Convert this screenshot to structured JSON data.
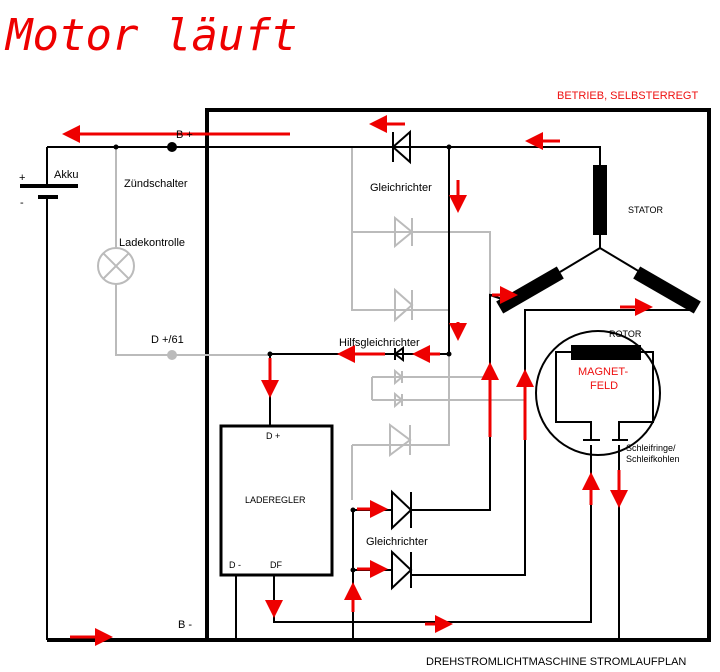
{
  "title": "Motor läuft",
  "mode_label": "BETRIEB, SELBSTERREGT",
  "caption": "DREHSTROMLICHTMASCHINE STROMLAUFPLAN",
  "labels": {
    "b_plus": "B +",
    "b_minus": "B -",
    "akku": "Akku",
    "plus": "+",
    "minus": "-",
    "zuendschalter": "Zündschalter",
    "ladekontrolle": "Ladekontrolle",
    "d61": "D +/61",
    "gleichrichter_top": "Gleichrichter",
    "gleichrichter_bottom": "Gleichrichter",
    "hilfsgleichrichter": "Hilfsgleichrichter",
    "stator": "STATOR",
    "rotor": "ROTOR",
    "magnetfeld_1": "MAGNET-",
    "magnetfeld_2": "FELD",
    "schleif_1": "Schleifringe/",
    "schleif_2": "Schleifkohlen",
    "laderegler": "LADEREGLER",
    "reg_dplus": "D +",
    "reg_dminus": "D -",
    "reg_df": "DF"
  },
  "colors": {
    "current_flow": "#e00000",
    "inactive": "#bbbbbb"
  }
}
